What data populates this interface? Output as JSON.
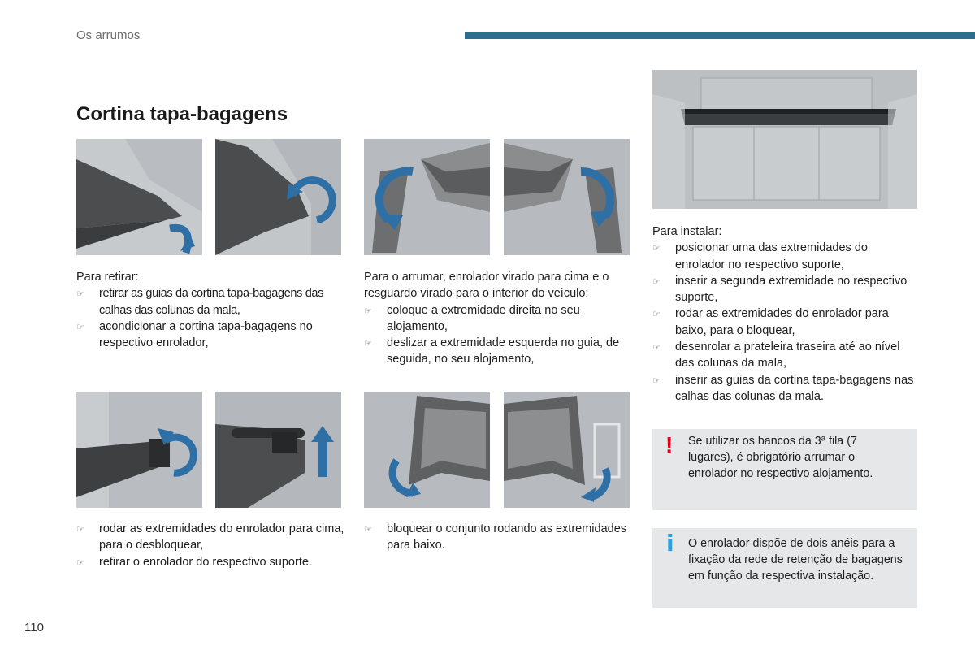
{
  "header": {
    "section": "Os arrumos",
    "page_number": "110"
  },
  "title": "Cortina tapa-bagagens",
  "remove_section": {
    "intro": "Para retirar:",
    "steps": [
      "retirar as guias da cortina tapa-bagagens das calhas das colunas da mala,",
      "acondicionar a cortina tapa-bagagens no respectivo enrolador,"
    ]
  },
  "store_section": {
    "intro": "Para o arrumar, enrolador virado para cima e o resguardo virado para o interior do veículo:",
    "steps": [
      "coloque a extremidade direita no seu alojamento,",
      "deslizar a extremidade esquerda no guia, de seguida, no seu alojamento,"
    ]
  },
  "unlock_section": {
    "steps": [
      "rodar as extremidades do enrolador para cima, para o desbloquear,",
      "retirar o enrolador do respectivo suporte."
    ]
  },
  "lock_section": {
    "steps": [
      "bloquear o conjunto rodando as extremidades para baixo."
    ]
  },
  "install_section": {
    "intro": "Para instalar:",
    "steps": [
      "posicionar uma das extremidades do enrolador no respectivo suporte,",
      "inserir a segunda extremidade no respectivo suporte,",
      "rodar as extremidades do enrolador para baixo, para o bloquear,",
      "desenrolar a prateleira traseira até ao nível das colunas da mala,",
      "inserir as guias da cortina tapa-bagagens nas calhas das colunas da mala."
    ]
  },
  "warning_note": {
    "icon": "exclamation-icon",
    "mark": "!",
    "text": "Se utilizar os bancos da 3ª fila (7 lugares), é obrigatório arrumar o enrolador no respectivo alojamento."
  },
  "info_note": {
    "icon": "info-icon",
    "mark": "i",
    "text": "O enrolador dispõe de dois anéis para a fixação da rede de retenção de bagagens em função da respectiva instalação."
  },
  "bullet_glyph": "☞",
  "colors": {
    "accent_bar": "#2f6d8e",
    "arrow_blue": "#2e6fa6",
    "warning_red": "#e2001a",
    "info_blue": "#2fa0da",
    "note_bg": "#e6e7e8"
  }
}
